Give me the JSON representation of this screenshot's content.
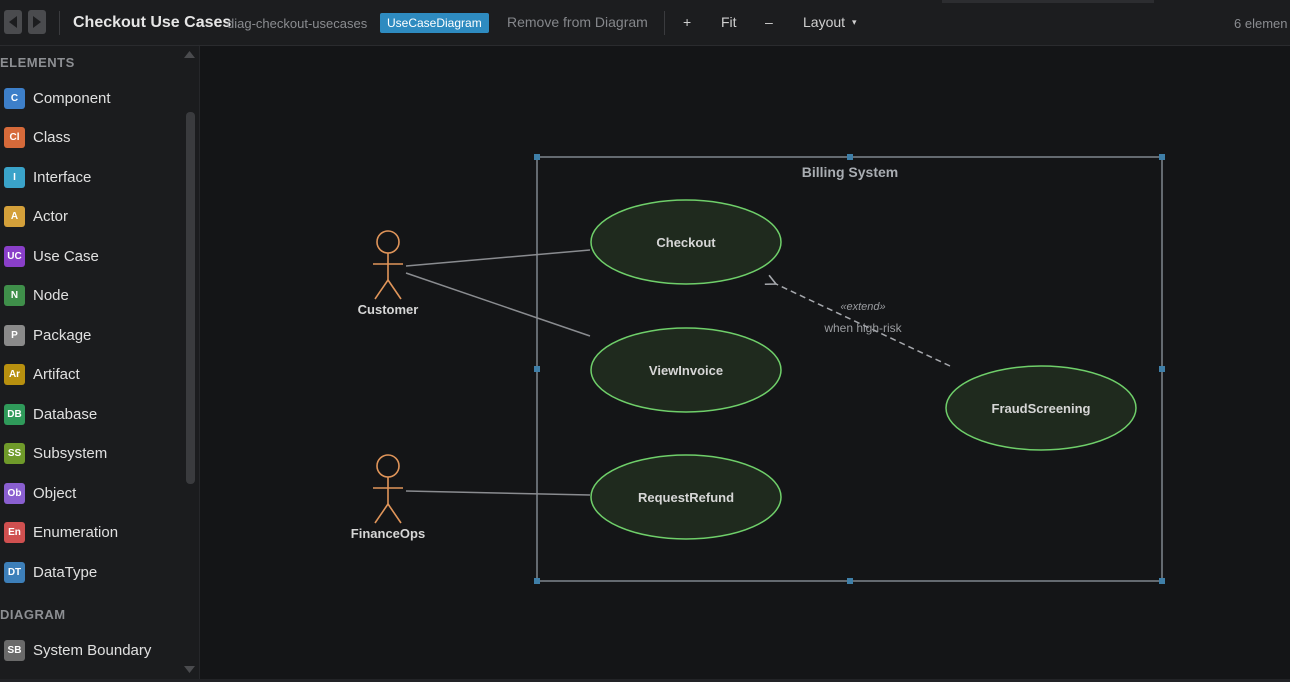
{
  "toolbar": {
    "title": "Checkout Use Cases",
    "diagram_id": "diag-checkout-usecases",
    "diagram_type": "UseCaseDiagram",
    "remove_label": "Remove from Diagram",
    "zoom_in_label": "+",
    "fit_label": "Fit",
    "zoom_out_label": "–",
    "layout_label": "Layout",
    "layout_caret": "▾",
    "element_count": "6 elemen"
  },
  "sidebar": {
    "elements_heading": "ELEMENTS",
    "diagram_heading": "DIAGRAM",
    "elements": [
      {
        "abbr": "C",
        "label": "Component",
        "color": "#3d7fc9"
      },
      {
        "abbr": "Cl",
        "label": "Class",
        "color": "#d66a3a"
      },
      {
        "abbr": "I",
        "label": "Interface",
        "color": "#3aa3c9"
      },
      {
        "abbr": "A",
        "label": "Actor",
        "color": "#d4a03a"
      },
      {
        "abbr": "UC",
        "label": "Use Case",
        "color": "#8a3fc9"
      },
      {
        "abbr": "N",
        "label": "Node",
        "color": "#3f8f4a"
      },
      {
        "abbr": "P",
        "label": "Package",
        "color": "#8a8a8a"
      },
      {
        "abbr": "Ar",
        "label": "Artifact",
        "color": "#b8900f"
      },
      {
        "abbr": "DB",
        "label": "Database",
        "color": "#2f9a5a"
      },
      {
        "abbr": "SS",
        "label": "Subsystem",
        "color": "#6f9a2a"
      },
      {
        "abbr": "Ob",
        "label": "Object",
        "color": "#8a5fd0"
      },
      {
        "abbr": "En",
        "label": "Enumeration",
        "color": "#d05050"
      },
      {
        "abbr": "DT",
        "label": "DataType",
        "color": "#3d7fb9"
      }
    ],
    "diagram_items": [
      {
        "abbr": "SB",
        "label": "System Boundary",
        "color": "#6a6a6a"
      }
    ]
  },
  "diagram": {
    "boundary_title": "Billing System",
    "actors": [
      {
        "name": "Customer"
      },
      {
        "name": "FinanceOps"
      }
    ],
    "use_cases": [
      {
        "name": "Checkout"
      },
      {
        "name": "ViewInvoice"
      },
      {
        "name": "RequestRefund"
      },
      {
        "name": "FraudScreening"
      }
    ],
    "extend": {
      "stereotype": "«extend»",
      "condition": "when high-risk"
    },
    "colors": {
      "actor": "#e0955a",
      "usecase_fill": "#1f2a1e",
      "usecase_stroke": "#6fcf6a",
      "boundary": "#9aa3ab",
      "handle": "#3f7fa8"
    }
  }
}
